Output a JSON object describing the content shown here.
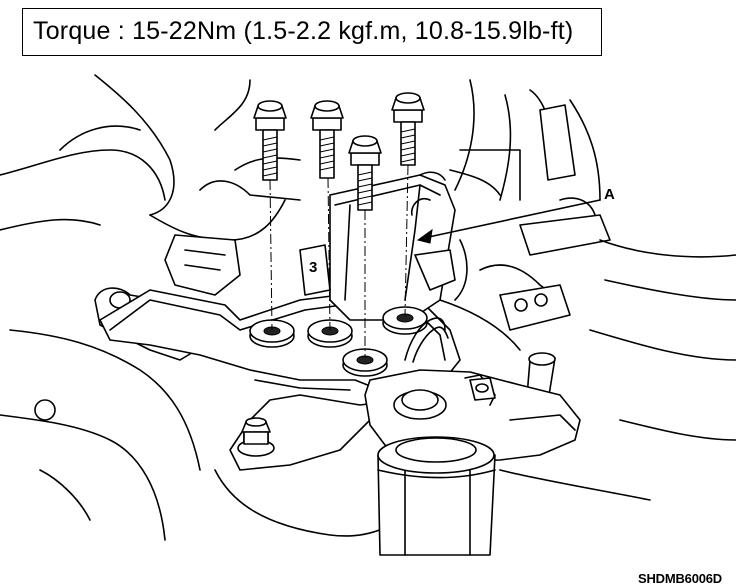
{
  "header": {
    "torque_spec": "Torque : 15-22Nm (1.5-2.2 kgf.m, 10.8-15.9lb-ft)"
  },
  "diagram": {
    "callout_label": "A",
    "part_number_mark": "3",
    "figure_code": "SHDMB6006D"
  }
}
